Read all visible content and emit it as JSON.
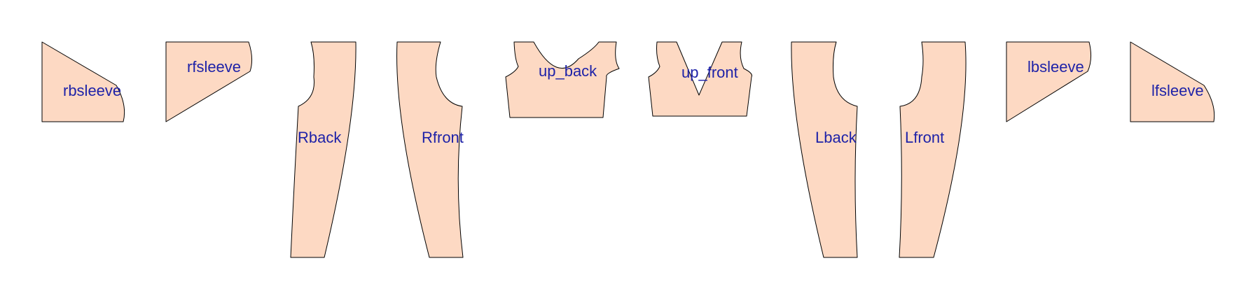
{
  "colors": {
    "background": "#ffffff",
    "piece_fill": "#fdd9c3",
    "piece_stroke": "#000000",
    "label": "#1e22a8"
  },
  "pieces": [
    {
      "id": "rbsleeve",
      "label": "rbsleeve"
    },
    {
      "id": "rfsleeve",
      "label": "rfsleeve"
    },
    {
      "id": "rback",
      "label": "Rback"
    },
    {
      "id": "rfront",
      "label": "Rfront"
    },
    {
      "id": "up-back",
      "label": "up_back"
    },
    {
      "id": "up-front",
      "label": "up_front"
    },
    {
      "id": "lback",
      "label": "Lback"
    },
    {
      "id": "lfront",
      "label": "Lfront"
    },
    {
      "id": "lbsleeve",
      "label": "lbsleeve"
    },
    {
      "id": "lfsleeve",
      "label": "lfsleeve"
    }
  ]
}
